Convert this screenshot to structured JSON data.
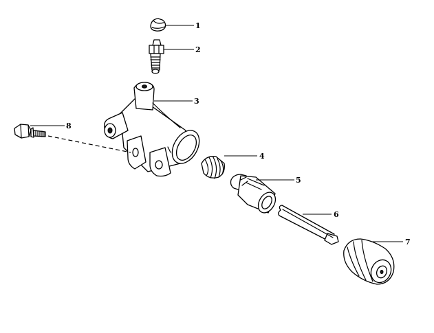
{
  "callouts": [
    {
      "id": "dust-cap",
      "label": "1"
    },
    {
      "id": "bleeder-screw",
      "label": "2"
    },
    {
      "id": "cylinder-body",
      "label": "3"
    },
    {
      "id": "spring",
      "label": "4"
    },
    {
      "id": "piston",
      "label": "5"
    },
    {
      "id": "push-rod",
      "label": "6"
    },
    {
      "id": "boot",
      "label": "7"
    },
    {
      "id": "mounting-bolt",
      "label": "8"
    }
  ]
}
